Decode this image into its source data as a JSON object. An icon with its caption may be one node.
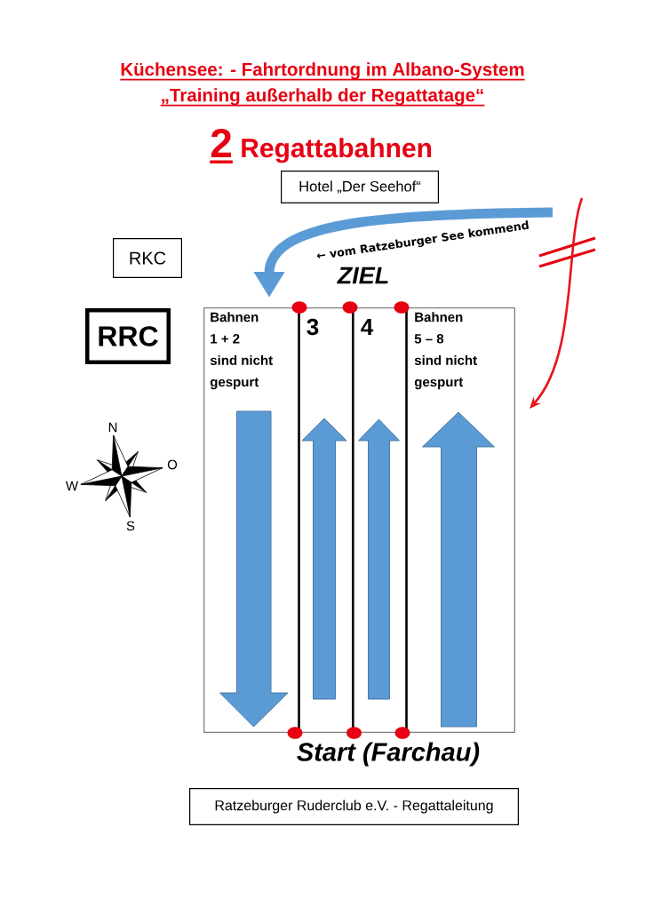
{
  "diagram": {
    "title": "Küchensee: - Fahrtordnung im Albano-System „Training außerhalb der Regattatage“",
    "nodes": [
      {
        "text": [
          "Hotel „Der Seehof“"
        ]
      },
      {
        "text": [
          "RKC"
        ]
      },
      {
        "text": [
          "RRC"
        ]
      },
      {
        "text": [
          "Bahnen 1 + 2 sind nicht gespurt",
          "3",
          "4",
          "Bahnen 5 – 8 sind nicht gespurt"
        ]
      },
      {
        "text": [
          "Ratzeburger Ruderclub e.V. - Regattaleitung"
        ]
      }
    ],
    "edges": [
      {
        "from": null,
        "to": 3,
        "arrow": "to",
        "label": "← vom Ratzeburger See kommend",
        "style": "thick",
        "color": "#5b9bd5"
      },
      {
        "from": null,
        "to": 3,
        "arrow": "to",
        "color": "#e8141c"
      }
    ],
    "labels": [
      "2",
      "Regattabahnen",
      "ZIEL",
      "N",
      "O",
      "W",
      "S",
      "Start (Farchau)"
    ]
  }
}
